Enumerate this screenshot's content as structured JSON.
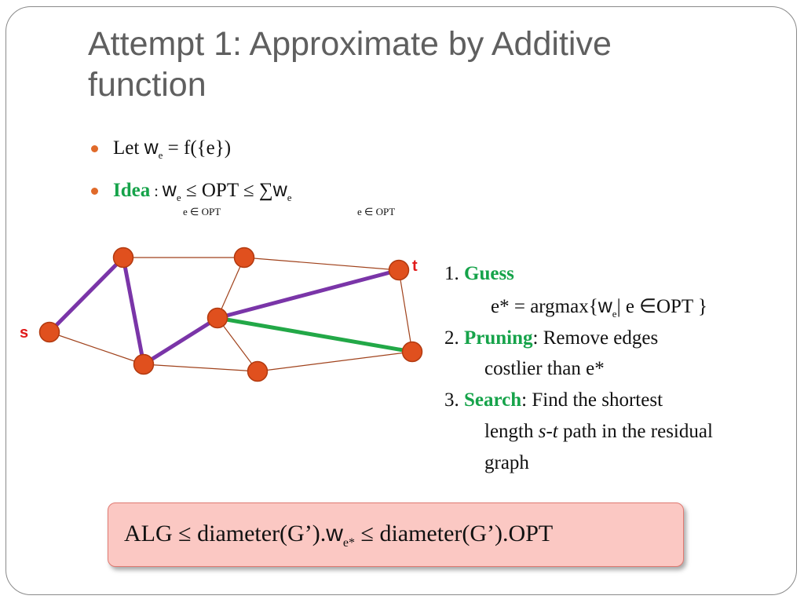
{
  "slide": {
    "title": "Attempt 1: Approximate by Additive function",
    "bullet1": {
      "prefix": "Let ",
      "w": "w",
      "sub": "e",
      "suffix": " = f({e})"
    },
    "bullet2": {
      "idea": "Idea",
      "colon": " : ",
      "w1": "w",
      "sub1": "e",
      "leq1": "≤ OPT ",
      "leq2": "≤",
      "sum": "∑",
      "w2": "w",
      "sub2": "e",
      "under1": "e ∈ OPT",
      "under2": "e ∈ OPT"
    },
    "graph": {
      "labels": {
        "s": "s",
        "t": "t"
      },
      "colors": {
        "node": "#e0501e",
        "node_stroke": "#b23a10",
        "edge": "#a0421c",
        "path": "#7a35a8",
        "heavy": "#22a847"
      }
    },
    "steps": {
      "s1_num": "1. ",
      "s1_name": "Guess",
      "s1_line2_a": "e* = argmax{",
      "s1_line2_w": "w",
      "s1_line2_sub": "e",
      "s1_line2_b": "| e ∈OPT }",
      "s2_num": "2. ",
      "s2_name": "Pruning",
      "s2_rest": ": Remove edges",
      "s2_line2": "costlier than e*",
      "s3_num": "3. ",
      "s3_name": "Search",
      "s3_rest": ": Find the shortest",
      "s3_line2_a": "length ",
      "s3_line2_st": "s-t",
      "s3_line2_b": " path in the residual",
      "s3_line3": "graph"
    },
    "alg_box": {
      "a": "ALG ≤ diameter(G’).",
      "w": "w",
      "sub": "e*",
      "b": " ≤ diameter(G’).OPT"
    }
  }
}
